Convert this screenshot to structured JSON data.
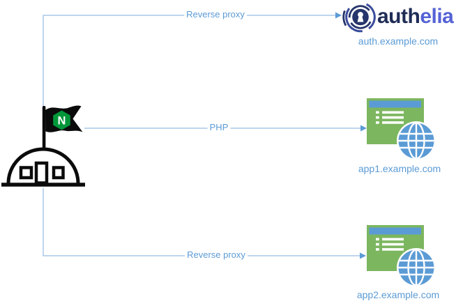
{
  "diagram": {
    "colors": {
      "connector_line": "#A9C7E8",
      "accent_blue": "#5B9BD5",
      "nginx_green": "#009639",
      "app_green": "#7CB65F",
      "authelia_navy": "#1F2C56",
      "authelia_blue": "#5563D6",
      "icon_black": "#0B0B0B"
    },
    "nodes": {
      "nginx": {
        "letter": "N"
      },
      "authelia": {
        "brand_dark": "auth",
        "brand_light": "elia",
        "domain": "auth.example.com"
      },
      "app1": {
        "domain": "app1.example.com"
      },
      "app2": {
        "domain": "app2.example.com"
      }
    },
    "edges": [
      {
        "from": "nginx",
        "to": "authelia",
        "label": "Reverse proxy"
      },
      {
        "from": "nginx",
        "to": "app1",
        "label": "PHP"
      },
      {
        "from": "nginx",
        "to": "app2",
        "label": "Reverse proxy"
      }
    ]
  }
}
